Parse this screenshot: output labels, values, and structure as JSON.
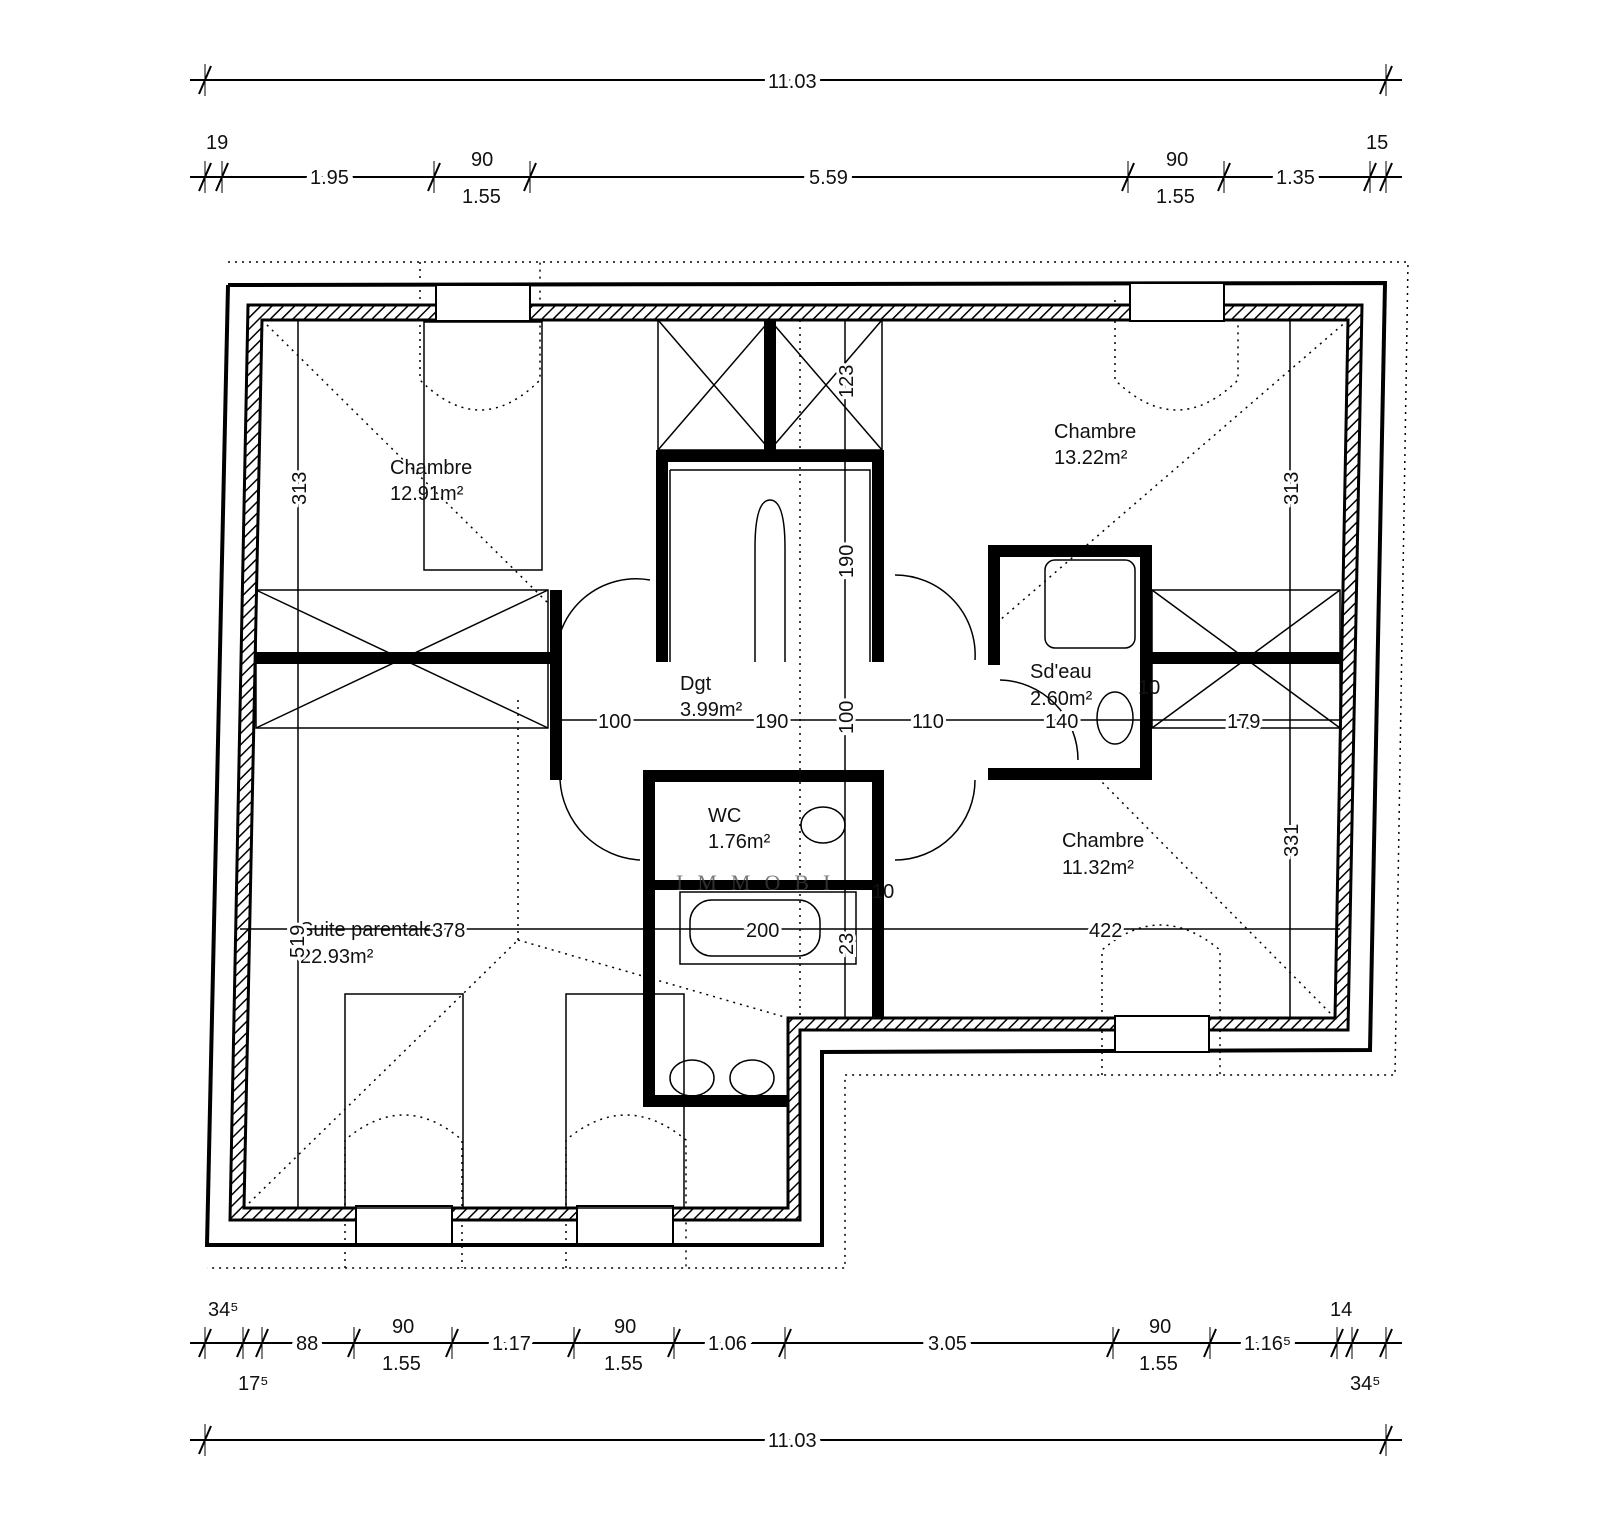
{
  "plan": {
    "overall_top": "11.03",
    "overall_bottom": "11.03",
    "top_row": {
      "a": "19",
      "b": "1.95",
      "c_top": "90",
      "c_bottom": "1.55",
      "d": "5.59",
      "e_top": "90",
      "e_bottom": "1.55",
      "f": "1.35",
      "g": "15"
    },
    "bottom_row": {
      "a": "34⁵",
      "a2": "17⁵",
      "b": "88",
      "c_top": "90",
      "c_bottom": "1.55",
      "d": "1.17",
      "e_top": "90",
      "e_bottom": "1.55",
      "f": "1.06",
      "g": "3.05",
      "h_top": "90",
      "h_bottom": "1.55",
      "i": "1.16⁵",
      "j": "14",
      "k": "34⁵"
    }
  },
  "rooms": [
    {
      "name": "Chambre",
      "area": "12.91m²"
    },
    {
      "name": "Chambre",
      "area": "13.22m²"
    },
    {
      "name": "Dgt",
      "area": "3.99m²"
    },
    {
      "name": "Sd'eau",
      "area": "2.60m²"
    },
    {
      "name": "WC",
      "area": "1.76m²"
    },
    {
      "name": "Chambre",
      "area": "11.32m²"
    },
    {
      "name": "Suite parentale",
      "area": "22.93m²"
    }
  ],
  "inner_dims": {
    "v313_left": "313",
    "v313_right": "313",
    "v331": "331",
    "v123": "123",
    "v190": "190",
    "v100": "100",
    "v519": "519",
    "v23": "23",
    "h100": "100",
    "h190": "190",
    "h110": "110",
    "h140": "140",
    "h179": "179",
    "h378": "378",
    "h200": "200",
    "h422": "422",
    "h10a": "10",
    "h10b": "10"
  },
  "watermark": "IMMOBI"
}
